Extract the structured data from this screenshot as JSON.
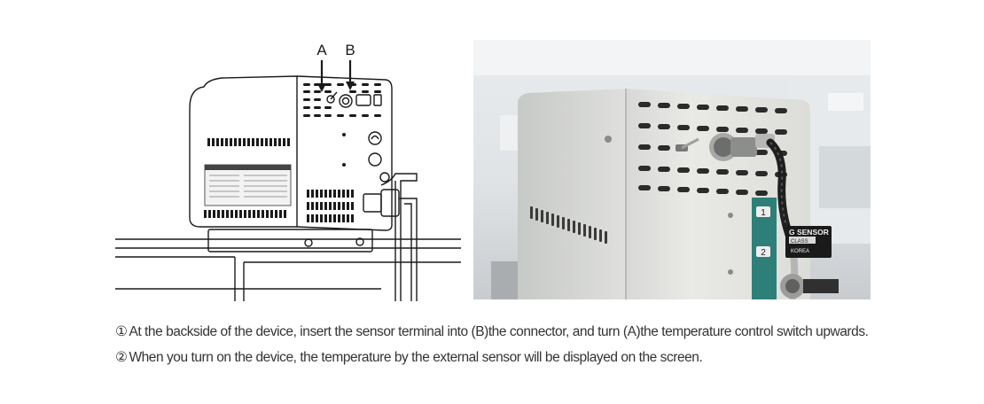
{
  "diagram": {
    "label_a": "A",
    "label_b": "B"
  },
  "photo": {
    "panel_label_top": "1",
    "panel_label_bottom": "2",
    "tag_line1": "G SENSOR",
    "tag_line2": "CLASS",
    "tag_line3": "KOREA"
  },
  "instructions": [
    {
      "number": "①",
      "text": "At the backside of the device, insert the sensor terminal into (B)the connector, and turn (A)the temperature control switch upwards."
    },
    {
      "number": "②",
      "text": "When you turn on the device, the temperature by the external sensor will be displayed on the screen."
    }
  ]
}
